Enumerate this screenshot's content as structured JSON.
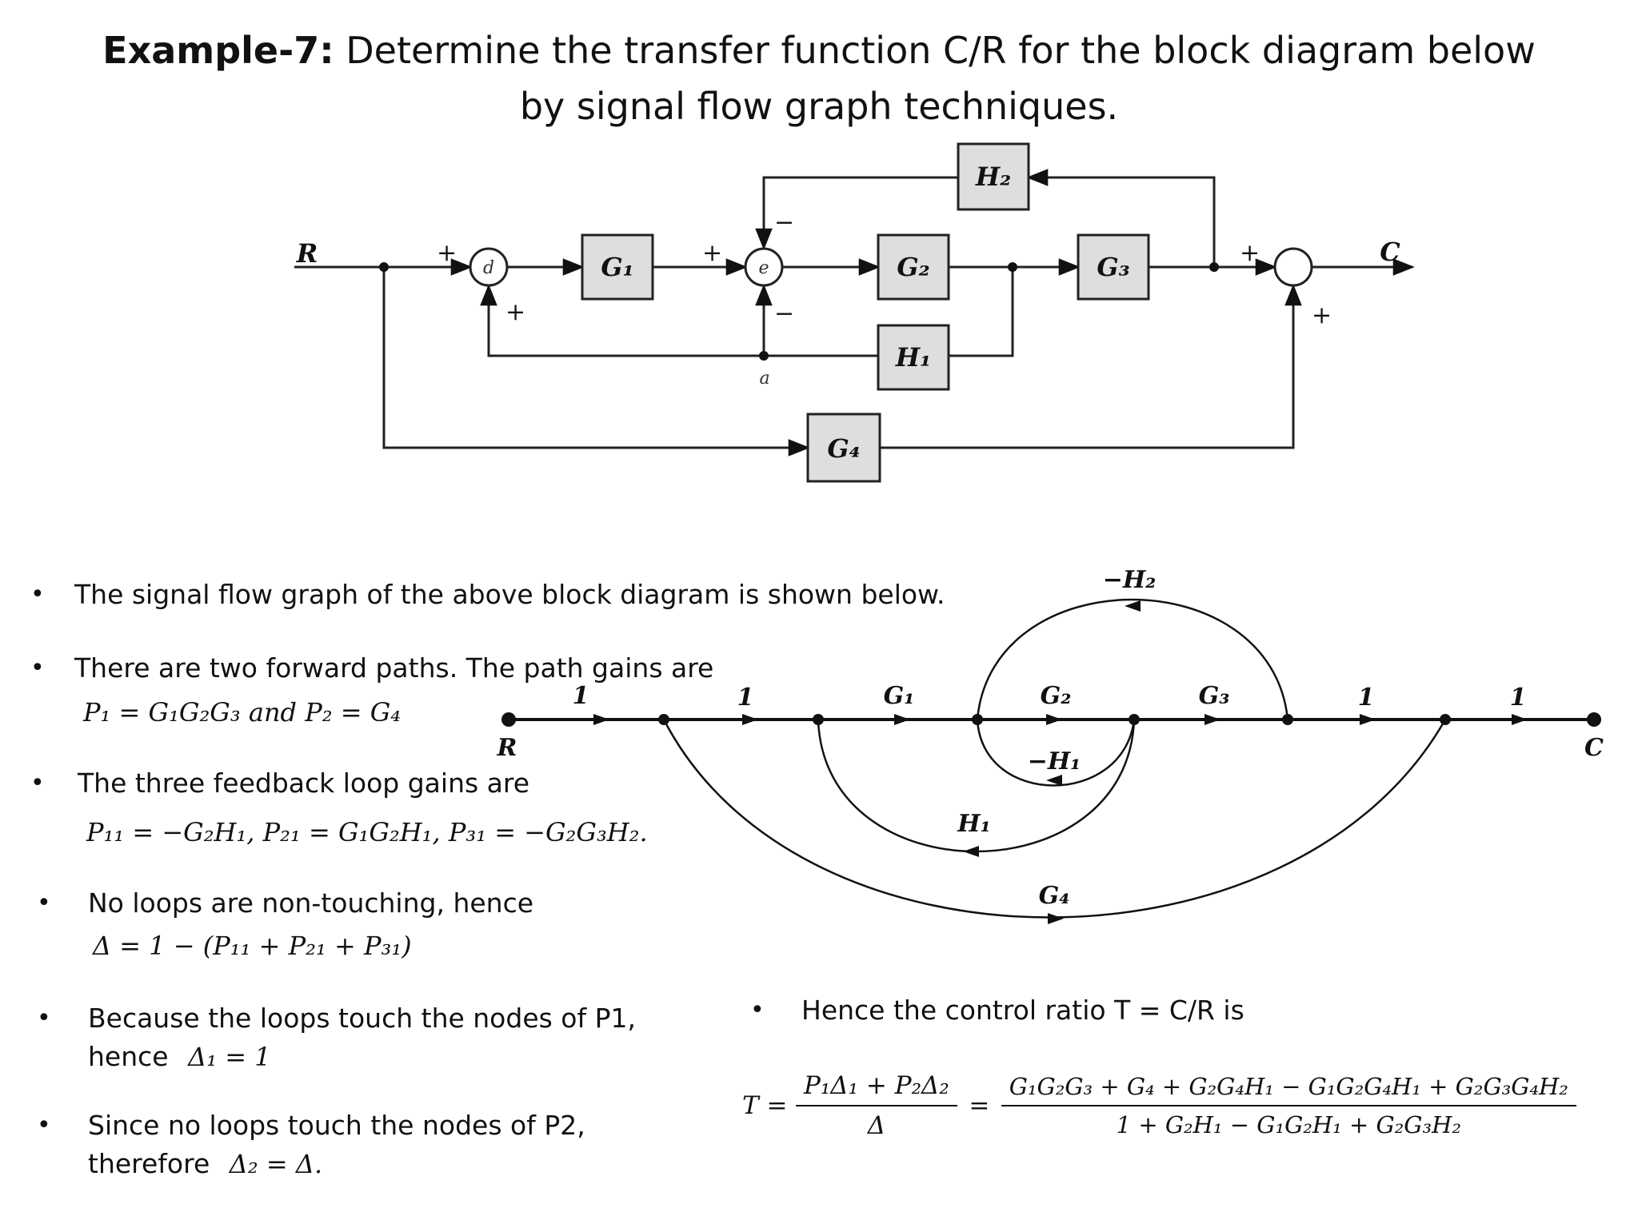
{
  "title": {
    "label": "Example-7:",
    "rest_line1": "Determine the transfer function C/R for the block diagram below",
    "line2": "by signal flow graph techniques."
  },
  "block_diagram": {
    "input": "R",
    "output": "C",
    "junction_d": "d",
    "junction_e": "e",
    "node_a": "a",
    "blocks": {
      "g1": "G₁",
      "g2": "G₂",
      "g3": "G₃",
      "g4": "G₄",
      "h1": "H₁",
      "h2": "H₂"
    },
    "signs": {
      "plus": "+",
      "minus": "−"
    }
  },
  "sfg": {
    "node_r": "R",
    "node_c": "C",
    "gains": {
      "one": "1",
      "g1": "G₁",
      "g2": "G₂",
      "g3": "G₃",
      "g4": "G₄",
      "h1": "H₁",
      "neg_h1": "−H₁",
      "neg_h2": "−H₂"
    }
  },
  "bullets": {
    "b1": "The signal flow graph of the above block diagram is shown below.",
    "b2": "There are two forward paths. The path gains are",
    "b2_eq": "P₁ = G₁G₂G₃  and  P₂ = G₄",
    "b3": "The three feedback loop gains are",
    "b3_eq": "P₁₁ = −G₂H₁,  P₂₁ = G₁G₂H₁,  P₃₁ = −G₂G₃H₂.",
    "b4": "No loops are non-touching, hence",
    "b4_eq": "Δ = 1 − (P₁₁ + P₂₁ + P₃₁)",
    "b5_line1": "Because the loops touch the nodes of P1,",
    "b5_line2": "hence",
    "b5_eq": "Δ₁ = 1",
    "b6_line1": "Since no loops touch the nodes of P2,",
    "b6_line2": "therefore",
    "b6_eq": "Δ₂ = Δ.",
    "b7": "Hence the control ratio T = C/R is",
    "bullet_char": "•"
  },
  "formula": {
    "lhs": "T =",
    "frac1_num": "P₁Δ₁ + P₂Δ₂",
    "frac1_den": "Δ",
    "equals": "=",
    "frac2_num": "G₁G₂G₃ + G₄ + G₂G₄H₁ − G₁G₂G₄H₁ + G₂G₃G₄H₂",
    "frac2_den": "1 + G₂H₁ − G₁G₂H₁ + G₂G₃H₂"
  }
}
